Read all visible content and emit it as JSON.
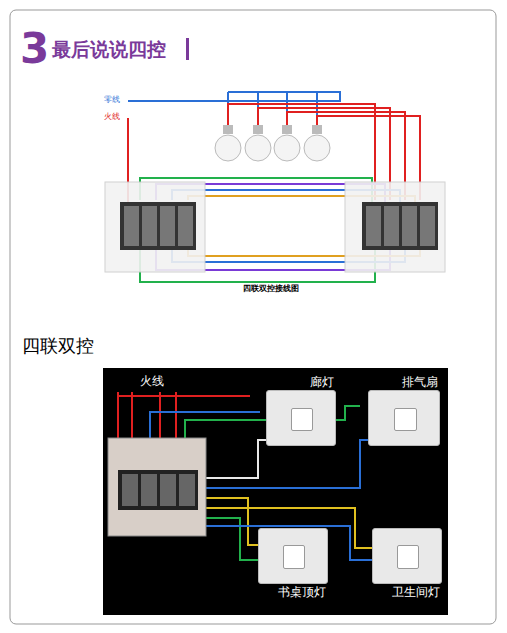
{
  "diagram": {
    "title": "最后说说四控",
    "nodes": [
      {
        "text": [
          "廊灯"
        ]
      },
      {
        "text": [
          "排气扇"
        ]
      },
      {
        "text": [
          "书桌顶灯"
        ]
      },
      {
        "text": [
          "卫生间灯"
        ]
      }
    ],
    "labels": [
      "3",
      "零线",
      "火线",
      "四联双控接线图",
      "四联双控",
      "火线"
    ]
  }
}
